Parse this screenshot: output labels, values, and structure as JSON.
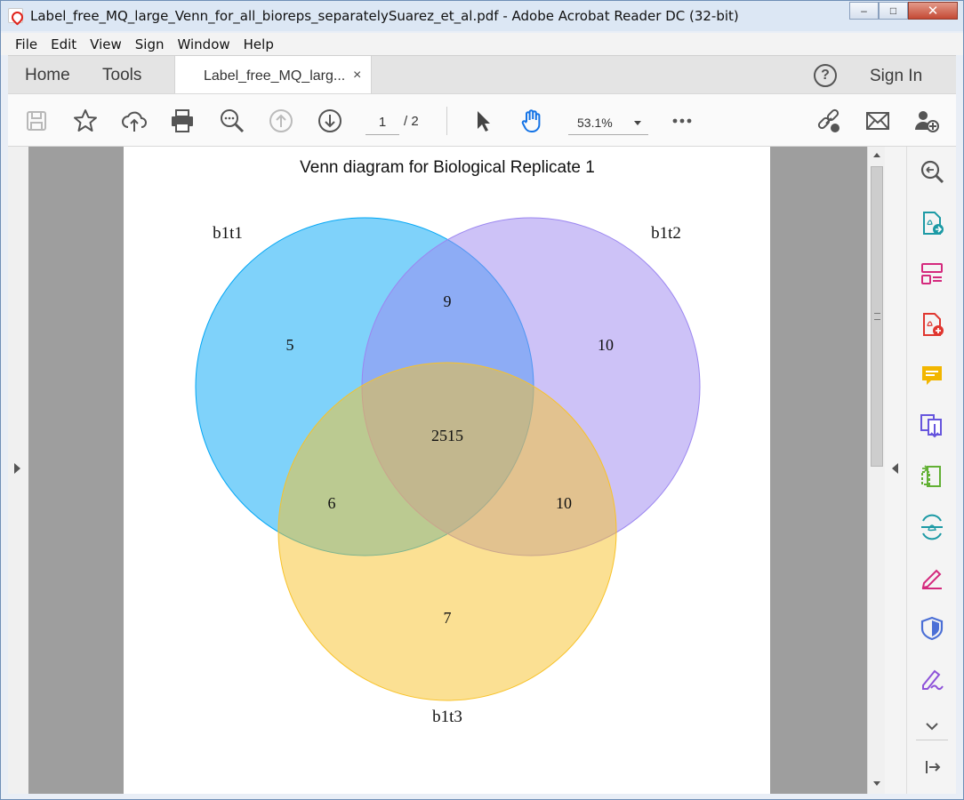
{
  "window": {
    "title": "Label_free_MQ_large_Venn_for_all_bioreps_separatelySuarez_et_al.pdf - Adobe Acrobat Reader DC (32-bit)",
    "minimize": "–",
    "maximize": "□",
    "close": "✕"
  },
  "menu": [
    "File",
    "Edit",
    "View",
    "Sign",
    "Window",
    "Help"
  ],
  "tabs": {
    "home": "Home",
    "tools": "Tools",
    "document": "Label_free_MQ_larg...",
    "close": "×",
    "help": "?",
    "sign_in": "Sign In"
  },
  "toolbar": {
    "current_page": "1",
    "page_total": "/ 2",
    "zoom": "53.1%",
    "icons": [
      "save-icon",
      "star-icon",
      "cloud-upload-icon",
      "print-icon",
      "zoom-out-icon",
      "page-up-icon",
      "page-down-icon",
      "select-cursor-icon",
      "hand-tool-icon",
      "more-icon",
      "share-link-icon",
      "email-icon",
      "add-user-icon"
    ]
  },
  "right_panel": {
    "icons": [
      "search-zoom-icon",
      "export-pdf-icon",
      "organize-pages-icon",
      "create-pdf-icon",
      "comment-icon",
      "combine-files-icon",
      "compress-icon",
      "scan-icon",
      "fill-sign-icon",
      "protect-icon",
      "edit-sign-icon",
      "chevron-down-icon",
      "exit-panel-icon"
    ]
  },
  "chart_data": {
    "type": "venn",
    "title": "Venn diagram for Biological Replicate 1",
    "sets": [
      {
        "name": "b1t1",
        "color": "#00a6f5"
      },
      {
        "name": "b1t2",
        "color": "#9b86f0"
      },
      {
        "name": "b1t3",
        "color": "#f8c228"
      }
    ],
    "regions": {
      "b1t1_only": "5",
      "b1t2_only": "10",
      "b1t3_only": "7",
      "b1t1_b1t2": "9",
      "b1t1_b1t3": "6",
      "b1t2_b1t3": "10",
      "all": "2515"
    }
  }
}
